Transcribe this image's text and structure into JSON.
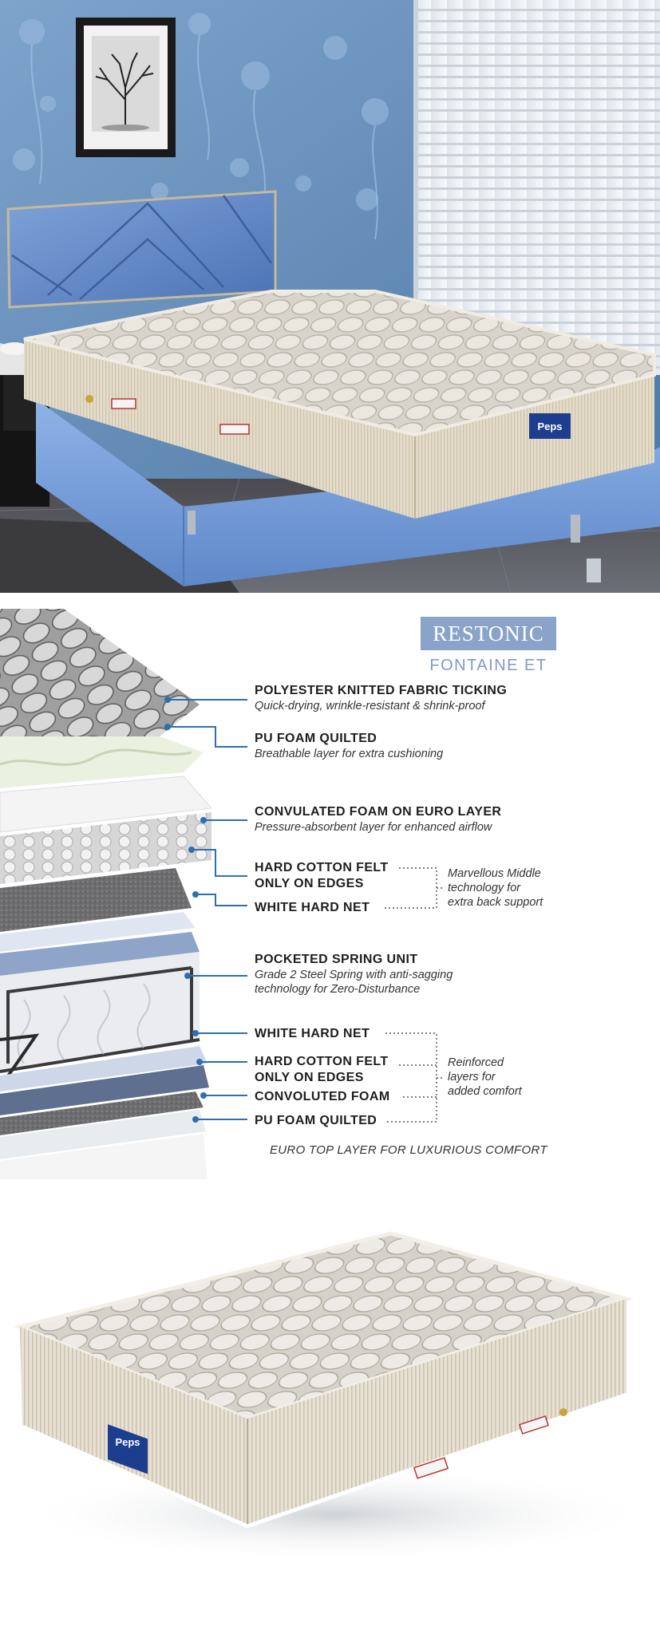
{
  "room_photo": {
    "headboard_color": "#5f86c4",
    "base_color": "#6f98d6",
    "wall_color": "#6d93bd",
    "label_badge_text": "Peps"
  },
  "infographic": {
    "brand": "RESTONIC",
    "model": "FONTAINE ET",
    "brand_color": "#8aa3c8",
    "line_color": "#2f6fb0",
    "layers": [
      {
        "title": "POLYESTER KNITTED FABRIC TICKING",
        "desc": "Quick-drying, wrinkle-resistant & shrink-proof"
      },
      {
        "title": "PU FOAM QUILTED",
        "desc": "Breathable layer for extra cushioning"
      },
      {
        "title": "CONVULATED FOAM ON EURO LAYER",
        "desc": "Pressure-absorbent layer for enhanced airflow"
      },
      {
        "title": "HARD COTTON FELT",
        "title2": "ONLY ON EDGES"
      },
      {
        "title": "WHITE HARD NET"
      },
      {
        "title": "POCKETED SPRING UNIT",
        "desc": "Grade 2 Steel Spring with anti-sagging",
        "desc2": "technology for Zero-Disturbance"
      },
      {
        "title": "WHITE HARD NET"
      },
      {
        "title": "HARD COTTON FELT",
        "title2": "ONLY ON EDGES"
      },
      {
        "title": "CONVOLUTED FOAM"
      },
      {
        "title": "PU FOAM QUILTED"
      }
    ],
    "middle_note": [
      "Marvellous Middle",
      "technology for",
      "extra back support"
    ],
    "bottom_note": [
      "Reinforced",
      "layers for",
      "added comfort"
    ],
    "footer": "EURO TOP LAYER FOR LUXURIOUS COMFORT"
  },
  "product_shot": {
    "label_badge_text": "Peps",
    "fabric_color": "#e8e2d6"
  }
}
